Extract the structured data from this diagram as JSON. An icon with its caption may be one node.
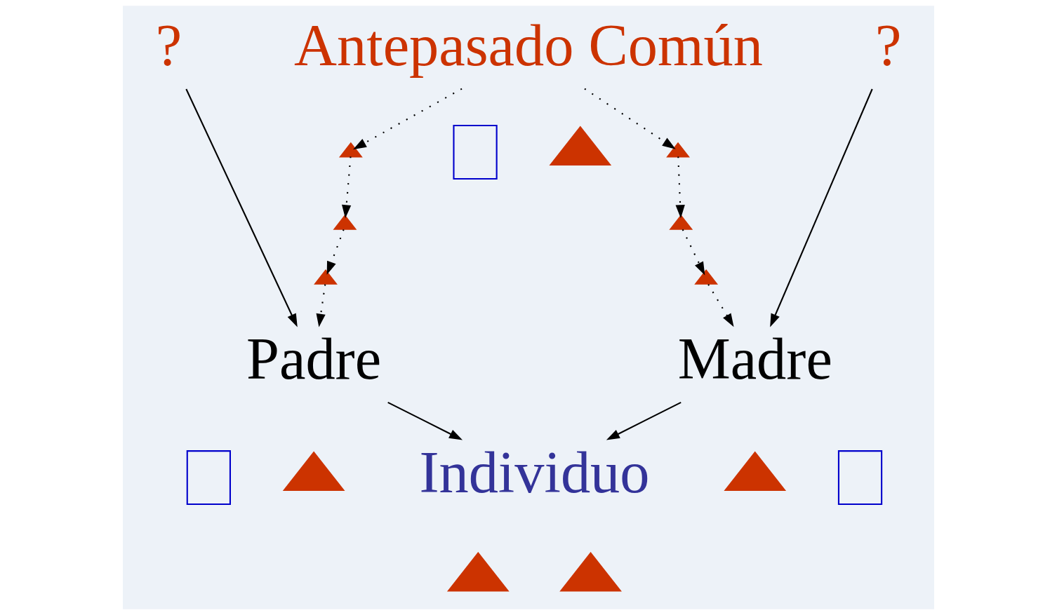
{
  "diagram": {
    "nodes": [
      {
        "text": [
          "?"
        ]
      },
      {
        "text": [
          "Antepasado Común"
        ]
      },
      {
        "text": [],
        "shape": "box"
      },
      {
        "text": [],
        "shape": "triangle"
      },
      {
        "text": [
          "?"
        ]
      },
      {
        "text": [],
        "shape": "triangle"
      },
      {
        "text": [],
        "shape": "triangle"
      },
      {
        "text": [],
        "shape": "triangle"
      },
      {
        "text": [],
        "shape": "triangle"
      },
      {
        "text": [],
        "shape": "triangle"
      },
      {
        "text": [],
        "shape": "triangle"
      },
      {
        "text": [
          "Padre"
        ]
      },
      {
        "text": [
          "Madre"
        ]
      },
      {
        "text": [],
        "shape": "box"
      },
      {
        "text": [],
        "shape": "triangle"
      },
      {
        "text": [],
        "shape": "triangle"
      },
      {
        "text": [],
        "shape": "box"
      },
      {
        "text": [
          "Individuo"
        ]
      },
      {
        "text": [],
        "shape": "triangle"
      },
      {
        "text": [],
        "shape": "triangle"
      }
    ],
    "edges": [
      {
        "from": 0,
        "to": 11,
        "arrow": "to"
      },
      {
        "from": 1,
        "to": 7,
        "arrow": "to",
        "style": "dashed"
      },
      {
        "from": 7,
        "to": 6,
        "arrow": "to",
        "style": "dashed"
      },
      {
        "from": 6,
        "to": 5,
        "arrow": "to",
        "style": "dashed"
      },
      {
        "from": 5,
        "to": 11,
        "arrow": "to",
        "style": "dashed"
      },
      {
        "from": 1,
        "to": 8,
        "arrow": "to",
        "style": "dashed"
      },
      {
        "from": 8,
        "to": 9,
        "arrow": "to",
        "style": "dashed"
      },
      {
        "from": 9,
        "to": 10,
        "arrow": "to",
        "style": "dashed"
      },
      {
        "from": 10,
        "to": 12,
        "arrow": "to",
        "style": "dashed"
      },
      {
        "from": 4,
        "to": 12,
        "arrow": "to"
      },
      {
        "from": 11,
        "to": 17,
        "arrow": "to"
      },
      {
        "from": 12,
        "to": 17,
        "arrow": "to"
      }
    ]
  }
}
